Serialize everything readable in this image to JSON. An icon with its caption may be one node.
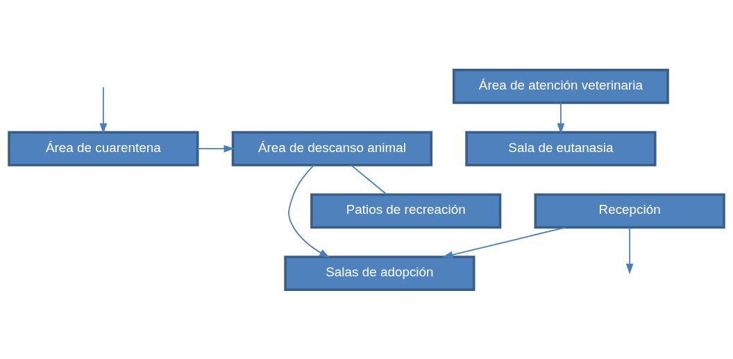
{
  "diagram": {
    "nodes": [
      {
        "text": [
          "Salas de adopción"
        ]
      },
      {
        "text": [
          "Área de cuarentena"
        ]
      },
      {
        "text": [
          "Área de descanso animal"
        ]
      },
      {
        "text": [
          "Recepción"
        ]
      },
      {
        "text": [
          "Patios de recreación"
        ]
      },
      {
        "text": [
          "Área de atención veterinaria"
        ]
      },
      {
        "text": [
          "Sala de eutanasia"
        ]
      }
    ],
    "edges": [
      {
        "from": 3,
        "to": 0,
        "arrow": "to"
      },
      {
        "from": 2,
        "to": 0,
        "arrow": "to"
      },
      {
        "from": 1,
        "to": 2,
        "arrow": "to"
      },
      {
        "from": 2,
        "to": 4,
        "arrow": "none"
      },
      {
        "from": 3,
        "to": null,
        "arrow": "to"
      },
      {
        "from": null,
        "to": 1,
        "arrow": "to"
      },
      {
        "from": 5,
        "to": 6,
        "arrow": "to"
      }
    ]
  }
}
